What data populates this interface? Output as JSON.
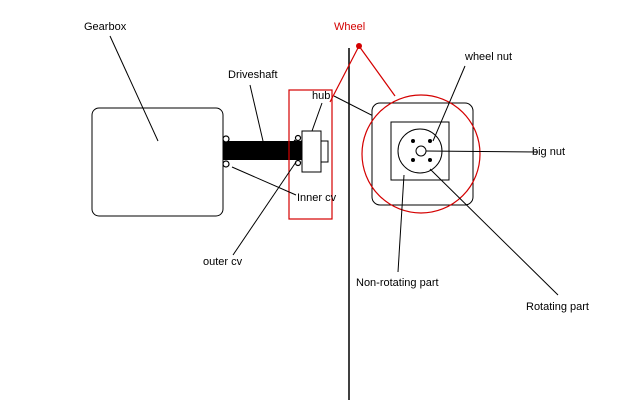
{
  "labels": {
    "gearbox": "Gearbox",
    "driveshaft": "Driveshaft",
    "wheel": "Wheel",
    "hub": "hub",
    "wheel_nut": "wheel nut",
    "big_nut": "big nut",
    "inner_cv": "Inner cv",
    "outer_cv": "outer cv",
    "non_rotating_part": "Non-rotating part",
    "rotating_part": "Rotating part"
  },
  "colors": {
    "ink": "#000000",
    "highlight": "#d40000",
    "background": "#ffffff"
  }
}
